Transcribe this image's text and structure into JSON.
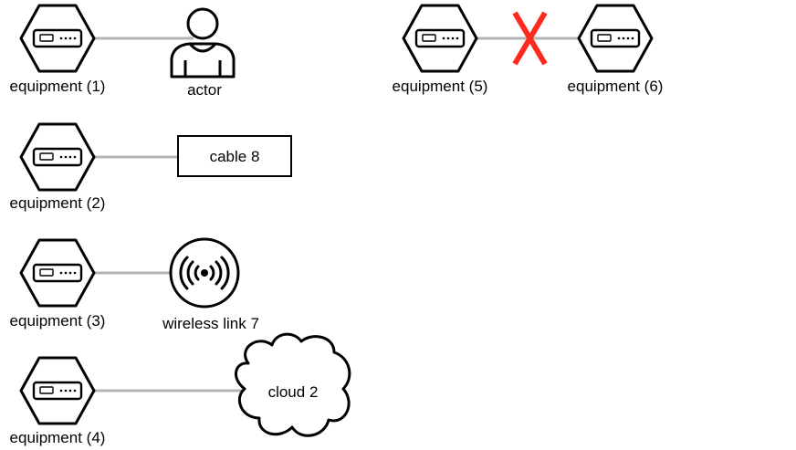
{
  "colors": {
    "link": "#b3b3b3",
    "stroke": "#000000",
    "fill": "#ffffff",
    "cross": "#ff2a1f"
  },
  "nodes": {
    "equipment_1": {
      "label": "equipment (1)",
      "icon": "router-icon"
    },
    "equipment_2": {
      "label": "equipment (2)",
      "icon": "router-icon"
    },
    "equipment_3": {
      "label": "equipment (3)",
      "icon": "router-icon"
    },
    "equipment_4": {
      "label": "equipment (4)",
      "icon": "router-icon"
    },
    "equipment_5": {
      "label": "equipment (5)",
      "icon": "router-icon"
    },
    "equipment_6": {
      "label": "equipment (6)",
      "icon": "router-icon"
    },
    "actor": {
      "label": "actor",
      "icon": "user-icon"
    },
    "cable": {
      "label": "cable 8"
    },
    "wireless": {
      "label": "wireless link 7",
      "icon": "wireless-icon"
    },
    "cloud": {
      "label": "cloud 2",
      "icon": "cloud-icon"
    }
  },
  "links": [
    {
      "from": "equipment (1)",
      "to": "actor",
      "status": "connected"
    },
    {
      "from": "equipment (2)",
      "to": "cable 8",
      "status": "connected"
    },
    {
      "from": "equipment (3)",
      "to": "wireless link 7",
      "status": "connected"
    },
    {
      "from": "equipment (4)",
      "to": "cloud 2",
      "status": "connected"
    },
    {
      "from": "equipment (5)",
      "to": "equipment (6)",
      "status": "broken",
      "marker": "cross-icon"
    }
  ]
}
